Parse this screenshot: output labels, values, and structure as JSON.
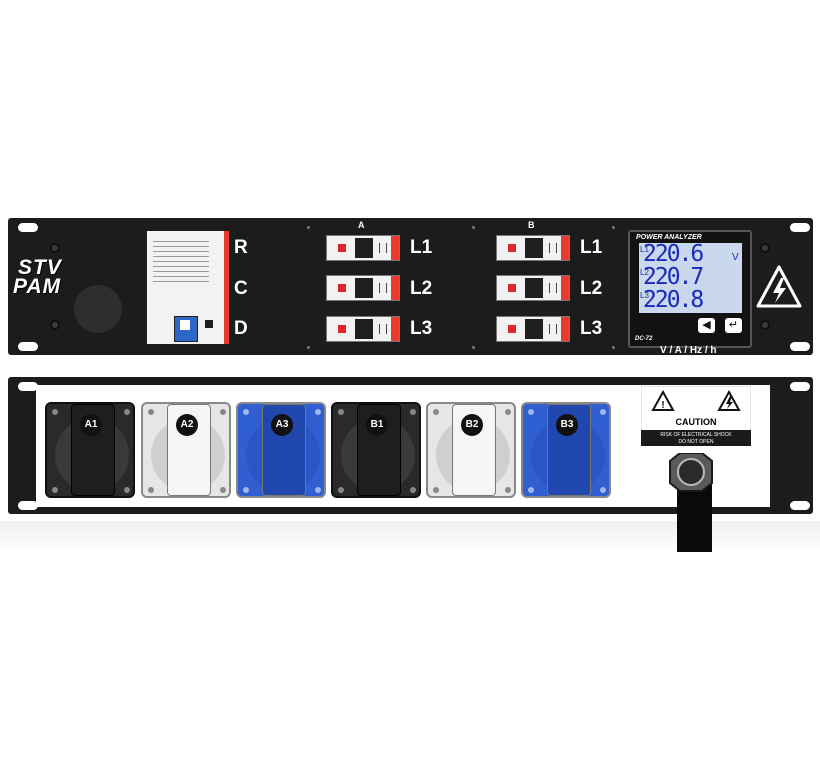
{
  "top_panel": {
    "logo": {
      "line1": "STV",
      "line2": "PAM"
    },
    "rcd_labels": [
      "R",
      "C",
      "D"
    ],
    "column_labels": [
      "A",
      "B"
    ],
    "breaker_labels": {
      "A": [
        "L1",
        "L2",
        "L3"
      ],
      "B": [
        "L1",
        "L2",
        "L3"
      ]
    },
    "meter": {
      "title": "POWER ANALYZER",
      "readings": [
        {
          "label": "L1",
          "value": "220.6"
        },
        {
          "label": "L2",
          "value": "220.7"
        },
        {
          "label": "L3",
          "value": "220.8"
        }
      ],
      "unit": "V",
      "model": "DC-72",
      "buttons": [
        "left-arrow",
        "enter"
      ],
      "caption": "V / A / Hz / h"
    },
    "warning_icon": "high-voltage-warning-icon"
  },
  "bottom_panel": {
    "sockets": [
      {
        "label": "A1",
        "color": "#2a2a2a"
      },
      {
        "label": "A2",
        "color": "#e6e6e6"
      },
      {
        "label": "A3",
        "color": "#2f5fd0"
      },
      {
        "label": "B1",
        "color": "#2a2a2a"
      },
      {
        "label": "B2",
        "color": "#e6e6e6"
      },
      {
        "label": "B3",
        "color": "#2f5fd0"
      }
    ],
    "caution": {
      "title": "CAUTION",
      "line1": "RISK OF ELECTRICAL SHOCK",
      "line2": "DO NOT OPEN"
    }
  },
  "colors": {
    "panel": "#1c1c1c",
    "accent_red": "#e63b2e",
    "lcd": "#c9d8ec",
    "lcd_text": "#1a2bb8"
  }
}
